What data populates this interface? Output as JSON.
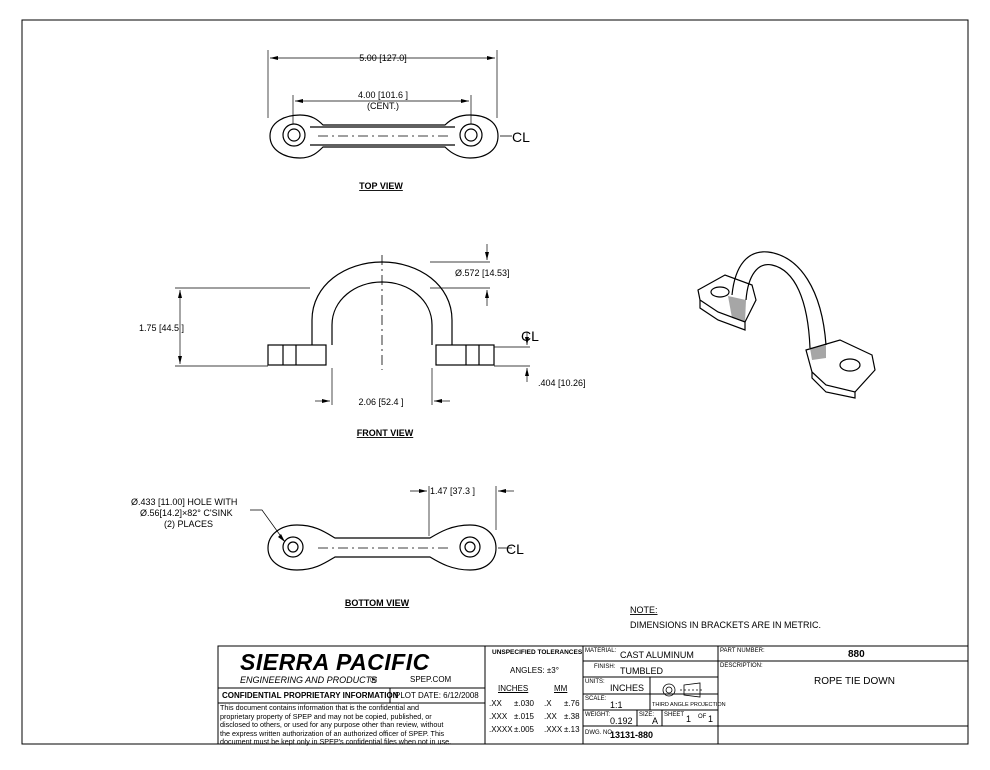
{
  "views": {
    "top": "TOP VIEW",
    "front": "FRONT VIEW",
    "bottom": "BOTTOM VIEW"
  },
  "dims": {
    "overall_length": "5.00 [127.0]",
    "center_distance": "4.00 [101.6 ]",
    "cent": "(CENT.)",
    "rod_diameter": "Ø.572 [14.53]",
    "height": "1.75 [44.5 ]",
    "inner_span": "2.06 [52.4 ]",
    "foot_thickness": ".404 [10.26]",
    "foot_length": "1.47 [37.3 ]",
    "hole_line1": "Ø.433 [11.00] HOLE WITH",
    "hole_line2": "Ø.56[14.2]×82° C'SINK",
    "hole_line3": "(2) PLACES",
    "cl_symbol": "CL"
  },
  "note": {
    "title": "NOTE:",
    "text": "DIMENSIONS IN BRACKETS ARE IN METRIC."
  },
  "title_block": {
    "company": "SIERRA PACIFIC",
    "subtitle": "ENGINEERING AND PRODUCTS",
    "website": "SPEP.COM",
    "confidential_header": "CONFIDENTIAL PROPRIETARY INFORMATION",
    "plot_date": "PLOT DATE: 6/12/2008",
    "confidential_text": [
      "This document contains information that is the confidential and",
      "proprietary property of SPEP and may not be copied, published, or",
      "disclosed to others, or used for any purpose  other than review, without",
      "the express written authorization of an authorized officer of SPEP. This",
      "document must be kept only in SPEP's confidential files when not in use."
    ],
    "tolerances_header": "UNSPECIFIED TOLERANCES",
    "angles": "ANGLES: ±3°",
    "inches_label": "INCHES",
    "mm_label": "MM",
    "tol_rows": [
      {
        "in_k": ".XX",
        "in_v": "±.030",
        "mm_k": ".X",
        "mm_v": "±.76"
      },
      {
        "in_k": ".XXX",
        "in_v": "±.015",
        "mm_k": ".XX",
        "mm_v": "±.38"
      },
      {
        "in_k": ".XXXX",
        "in_v": "±.005",
        "mm_k": ".XXX",
        "mm_v": "±.13"
      }
    ],
    "material_label": "MATERIAL:",
    "material": "CAST ALUMINUM",
    "finish_label": "FINISH:",
    "finish": "TUMBLED",
    "units_label": "UNITS:",
    "units": "INCHES",
    "scale_label": "SCALE:",
    "scale": "1:1",
    "projection": "THIRD ANGLE PROJECTION",
    "weight_label": "WEIGHT:",
    "weight": "0.192",
    "size_label": "SIZE:",
    "size": "A",
    "sheet_label": "SHEET",
    "sheet": "1",
    "of_label": "OF",
    "of": "1",
    "dwg_label": "DWG. NO.",
    "dwg": "13131-880",
    "part_number_label": "PART NUMBER:",
    "part_number": "880",
    "description_label": "DESCRIPTION:",
    "description": "ROPE TIE DOWN"
  }
}
